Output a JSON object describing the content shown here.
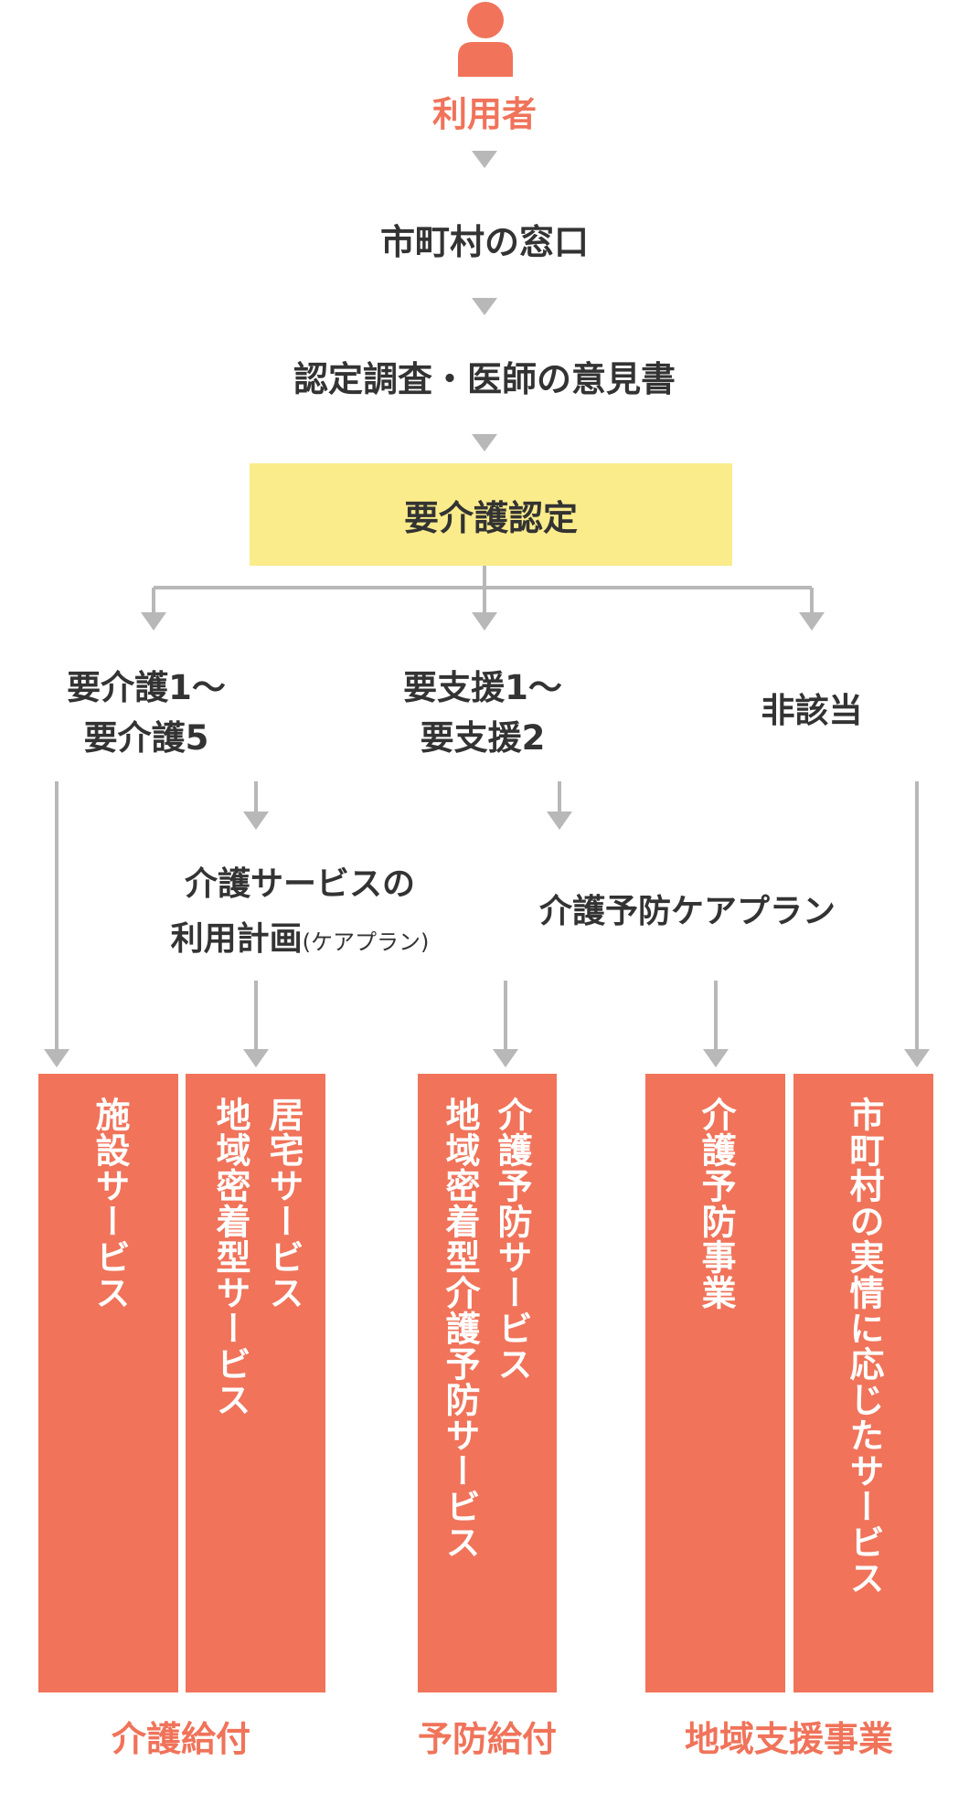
{
  "colors": {
    "accent": "#f0735a",
    "highlight": "#faec8b",
    "line": "#b8b8b8",
    "text": "#333333"
  },
  "icons": {
    "user": "person-icon"
  },
  "steps": {
    "user": "利用者",
    "window": "市町村の窓口",
    "survey": "認定調査・医師の意見書",
    "certification": "要介護認定"
  },
  "branches": {
    "care": [
      "要介護1〜",
      "要介護5"
    ],
    "support": [
      "要支援1〜",
      "要支援2"
    ],
    "none": "非該当"
  },
  "plans": {
    "care_plan": [
      "介護サービスの",
      "利用計画"
    ],
    "care_plan_note": "(ケアプラン)",
    "prevention_plan": "介護予防ケアプラン"
  },
  "services": {
    "facility": "施設サービス",
    "home_1": "居宅サービス",
    "home_2": "地域密着型サービス",
    "prevention_1": "介護予防サービス",
    "prevention_2": "地域密着型介護予防サービス",
    "prevention_project": "介護予防事業",
    "local": "市町村の実情に応じたサービス"
  },
  "categories": {
    "care_benefit": "介護給付",
    "prevention_benefit": "予防給付",
    "community": "地域支援事業"
  }
}
